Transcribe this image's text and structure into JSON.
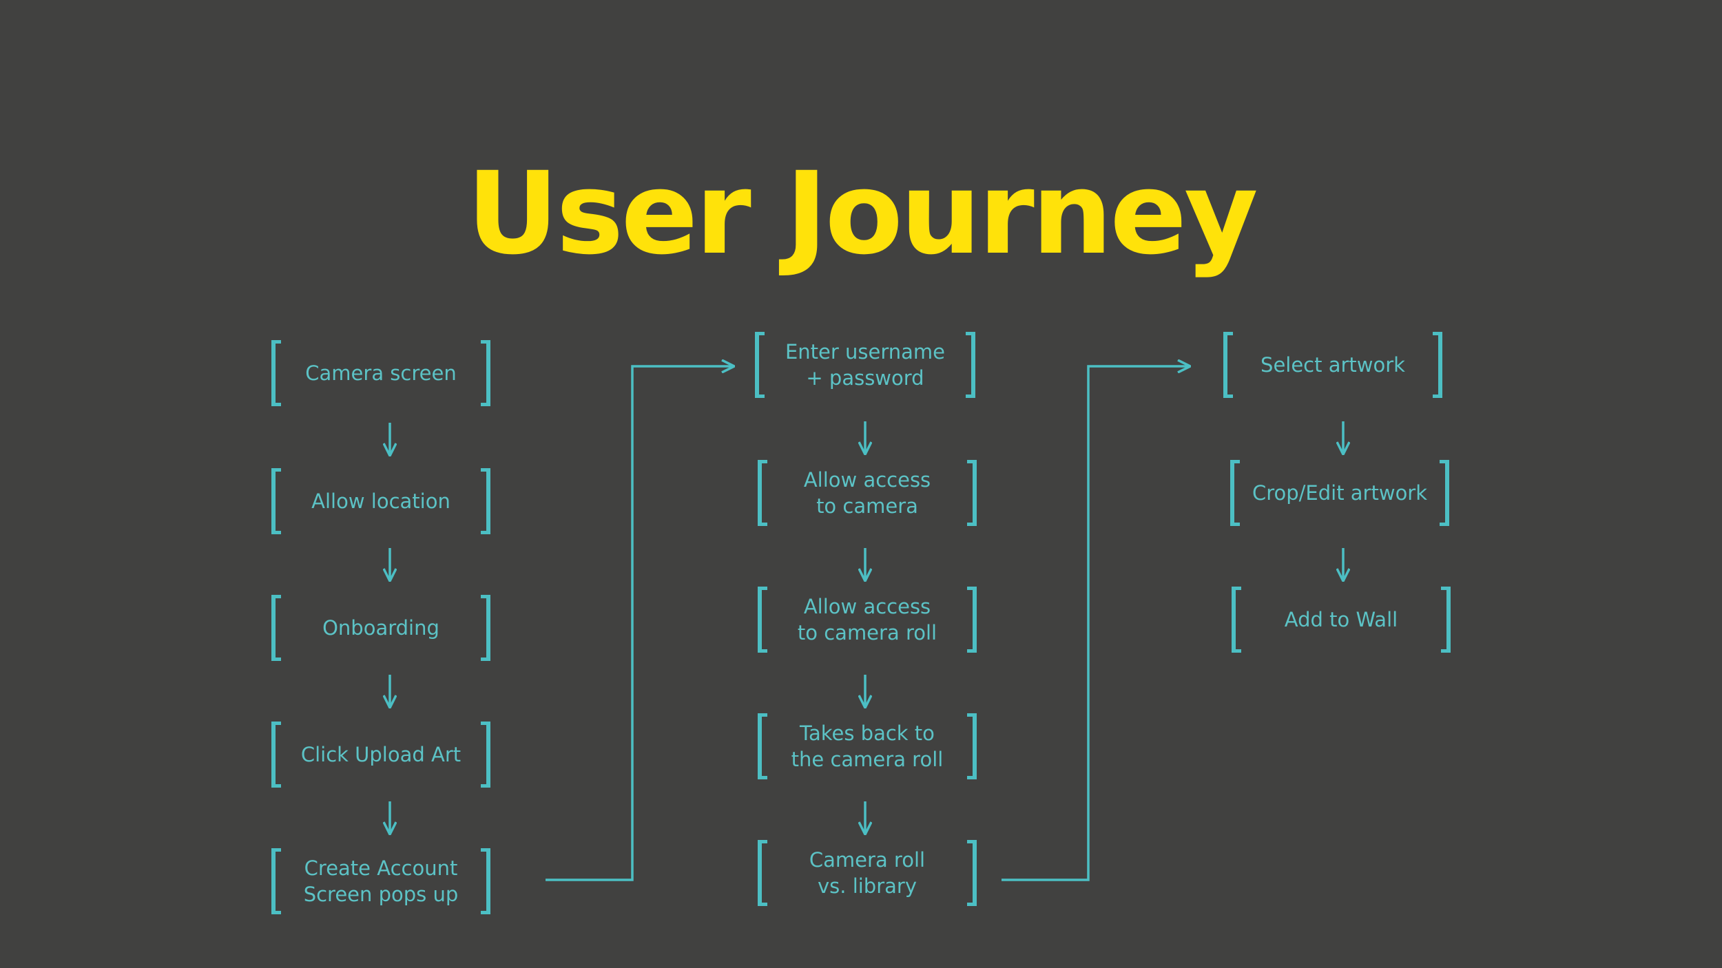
{
  "title": "User Journey",
  "colors": {
    "background": "#414140",
    "title": "#ffe20a",
    "accent": "#4cbfc4",
    "text": "#5cc3c6"
  },
  "columns": [
    {
      "steps": [
        {
          "label": "Camera screen"
        },
        {
          "label": "Allow location"
        },
        {
          "label": "Onboarding"
        },
        {
          "label": "Click Upload Art"
        },
        {
          "label": "Create Account\nScreen pops up"
        }
      ]
    },
    {
      "steps": [
        {
          "label": "Enter username\n+ password"
        },
        {
          "label": "Allow access\nto camera"
        },
        {
          "label": "Allow access\nto camera roll"
        },
        {
          "label": "Takes back to\nthe camera roll"
        },
        {
          "label": "Camera roll\nvs. library"
        }
      ]
    },
    {
      "steps": [
        {
          "label": "Select artwork"
        },
        {
          "label": "Crop/Edit artwork"
        },
        {
          "label": "Add to Wall"
        }
      ]
    }
  ]
}
